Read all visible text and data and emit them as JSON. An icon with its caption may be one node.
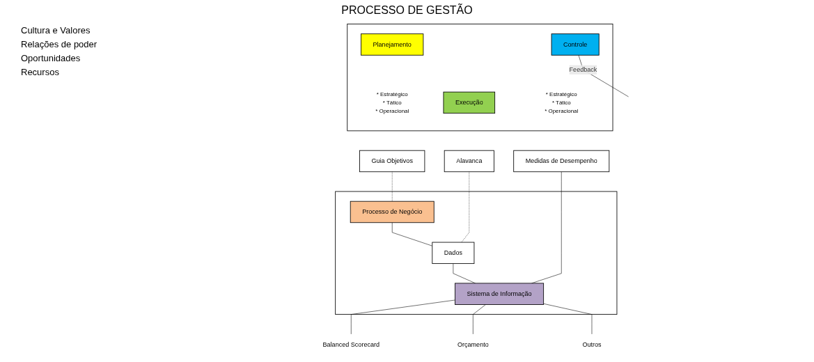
{
  "diagram": {
    "title": "PROCESSO DE GESTÃO",
    "nodes": [
      {
        "text": [],
        "shape": "box"
      },
      {
        "text": [
          "Planejamento"
        ],
        "in": 0,
        "beside": [
          "* Estratégico",
          "* Tático",
          "* Operacional"
        ]
      },
      {
        "text": [
          "Execução"
        ],
        "in": 0
      },
      {
        "text": [
          "Controle"
        ],
        "in": 0,
        "beside": [
          "* Estratégico",
          "* Tático",
          "* Operacional"
        ]
      },
      {
        "text": [
          "Guia Objetivos"
        ]
      },
      {
        "text": [
          "Alavanca"
        ]
      },
      {
        "text": [
          "Medidas de Desempenho"
        ]
      },
      {
        "text": [],
        "shape": "box"
      },
      {
        "text": [
          "Processo de Negócio"
        ],
        "in": 7
      },
      {
        "text": [
          "Dados"
        ],
        "in": 7
      },
      {
        "text": [
          "Sistema de Informação"
        ],
        "in": 7
      },
      {
        "text": [
          "Balanced Scorecard"
        ]
      },
      {
        "text": [
          "Orçamento"
        ]
      },
      {
        "text": [
          "Outros"
        ]
      }
    ],
    "edges": [
      {
        "from": 3,
        "to": null,
        "arrow": "none",
        "label": "Feedback"
      },
      {
        "from": 4,
        "to": 8,
        "arrow": "none",
        "style": "dashed"
      },
      {
        "from": 5,
        "to": 9,
        "arrow": "none",
        "style": "dashed"
      },
      {
        "from": 6,
        "to": 10,
        "arrow": "none"
      },
      {
        "from": 8,
        "to": 9,
        "arrow": "none"
      },
      {
        "from": 9,
        "to": 10,
        "arrow": "none"
      },
      {
        "from": 10,
        "to": 11,
        "arrow": "none"
      },
      {
        "from": 10,
        "to": 12,
        "arrow": "none"
      },
      {
        "from": 10,
        "to": 13,
        "arrow": "none"
      }
    ],
    "labels": [
      "Cultura e Valores",
      "Relações de poder",
      "Oportunidades",
      "Recursos"
    ]
  }
}
